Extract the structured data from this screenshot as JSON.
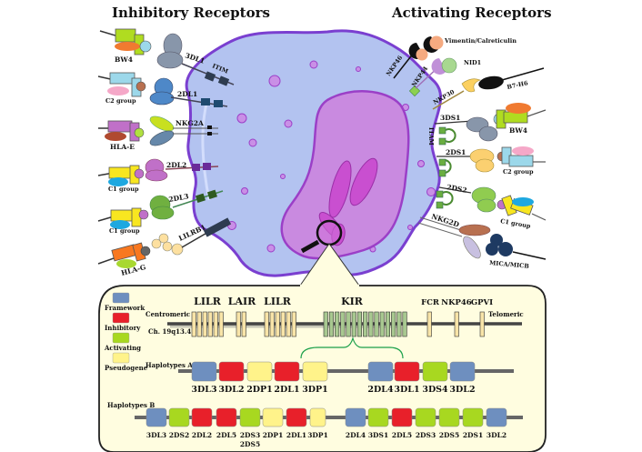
{
  "titles": {
    "inhibitory": "Inhibitory Receptors",
    "activating": "Activating Receptors"
  },
  "inhibitory_receptors": [
    {
      "receptor": "3DL1",
      "ligand": "BW4",
      "motif": "ITIM"
    },
    {
      "receptor": "2DL1",
      "ligand": "C2 group"
    },
    {
      "receptor": "NKG2A",
      "ligand": "HLA-E"
    },
    {
      "receptor": "2DL2",
      "ligand": "C1 group"
    },
    {
      "receptor": "2DL3",
      "ligand": "C1 group"
    },
    {
      "receptor": "LILRB1",
      "ligand": "HLA-G"
    }
  ],
  "activating_receptors": [
    {
      "receptor": "NKP46",
      "ligand": "Vimentin/Calreticulin"
    },
    {
      "receptor": "NKP44",
      "ligand": "NID1"
    },
    {
      "receptor": "NKP30",
      "ligand": "B7-H6"
    },
    {
      "receptor": "3DS1",
      "ligand": "BW4",
      "motif": "ITAM"
    },
    {
      "receptor": "2DS1",
      "ligand": "C2 group"
    },
    {
      "receptor": "2DS2",
      "ligand": "C1 group"
    },
    {
      "receptor": "NKG2D",
      "ligand": "MICA/MICB"
    }
  ],
  "legend": [
    {
      "label": "Framework",
      "color": "#6e8fbf"
    },
    {
      "label": "Inhibitory",
      "color": "#e8202a"
    },
    {
      "label": "Activating",
      "color": "#a8d820"
    },
    {
      "label": "Pseudogene",
      "color": "#fff38a"
    }
  ],
  "chromosome": {
    "left_end": "Centromeric",
    "right_end": "Telomeric",
    "band": "Ch. 19q13.4",
    "loci": [
      {
        "name": "LILR",
        "genes": 6
      },
      {
        "name": "LAIR",
        "genes": 2
      },
      {
        "name": "LILR",
        "genes": 6
      },
      {
        "name": "KIR",
        "genes": 15
      },
      {
        "name": "FCR",
        "genes": 1
      },
      {
        "name": "NKP46",
        "genes": 1
      },
      {
        "name": "GPVI",
        "genes": 1
      }
    ]
  },
  "haplotypes": {
    "a": {
      "label": "Haplotypes A",
      "genes": [
        {
          "name": "3DL3",
          "type": "framework"
        },
        {
          "name": "3DL2",
          "type": "inhibitory"
        },
        {
          "name": "2DP1",
          "type": "pseudogene"
        },
        {
          "name": "2DL1",
          "type": "inhibitory"
        },
        {
          "name": "3DP1",
          "type": "pseudogene"
        },
        {
          "name": "2DL4",
          "type": "framework"
        },
        {
          "name": "3DL1",
          "type": "inhibitory"
        },
        {
          "name": "3DS4",
          "type": "activating"
        },
        {
          "name": "3DL2",
          "type": "framework"
        }
      ]
    },
    "b": {
      "label": "Haplotypes B",
      "genes": [
        {
          "name": "3DL3",
          "type": "framework"
        },
        {
          "name": "2DS2",
          "type": "activating"
        },
        {
          "name": "2DL2",
          "type": "inhibitory"
        },
        {
          "name": "2DL5",
          "type": "inhibitory"
        },
        {
          "name": "2DS3",
          "sub": "2DS5",
          "type": "activating"
        },
        {
          "name": "2DP1",
          "type": "pseudogene"
        },
        {
          "name": "2DL1",
          "type": "inhibitory"
        },
        {
          "name": "3DP1",
          "type": "pseudogene"
        },
        {
          "name": "2DL4",
          "type": "framework"
        },
        {
          "name": "3DS1",
          "type": "activating"
        },
        {
          "name": "2DL5",
          "type": "inhibitory"
        },
        {
          "name": "2DS3",
          "type": "activating"
        },
        {
          "name": "2DS5",
          "type": "activating"
        },
        {
          "name": "2DS1",
          "type": "activating"
        },
        {
          "name": "3DL2",
          "type": "framework"
        }
      ]
    }
  },
  "colors": {
    "cell_fill": "#b3c3f0",
    "cell_stroke": "#7a3fd0",
    "nucleus_fill": "#c98ae0",
    "nucleus_stroke": "#9b3fc7",
    "panel_fill": "#fffde0",
    "framework": "#6e8fbf",
    "inhibitory": "#e8202a",
    "activating": "#a8d820",
    "pseudogene": "#fff38a",
    "locus_gene": "#f8e4a8",
    "kir_gene": "#a8c890",
    "brace": "#1aa04a"
  }
}
